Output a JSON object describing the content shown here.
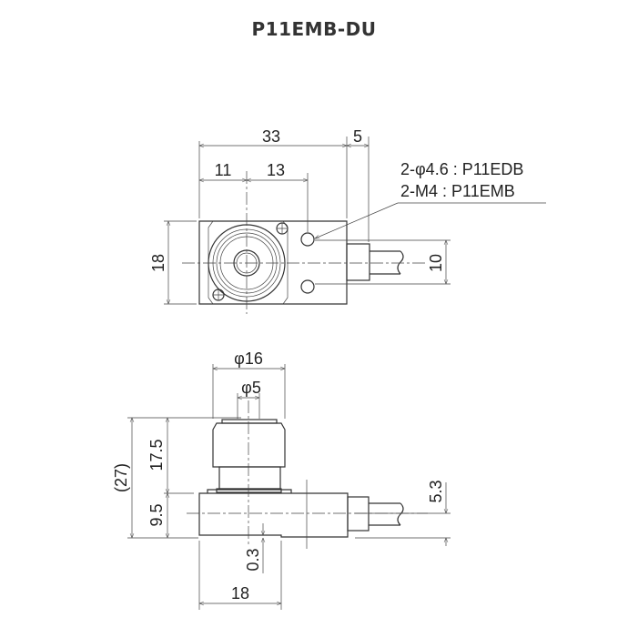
{
  "title": "P11EMB-DU",
  "top_view": {
    "dim_width": "33",
    "dim_connector": "5",
    "dim_left_to_center": "11",
    "dim_center_to_hole": "13",
    "dim_height": "18",
    "dim_hole_pitch": "10",
    "note_edb": "2-φ4.6 : P11EDB",
    "note_emb": "2-M4 : P11EMB"
  },
  "side_view": {
    "dim_head_dia": "φ16",
    "dim_tip_dia": "φ5",
    "dim_total": "(27)",
    "dim_head_height": "17.5",
    "dim_body_height": "9.5",
    "dim_cable_height": "5.3",
    "dim_step": "0.3",
    "dim_width": "18"
  }
}
